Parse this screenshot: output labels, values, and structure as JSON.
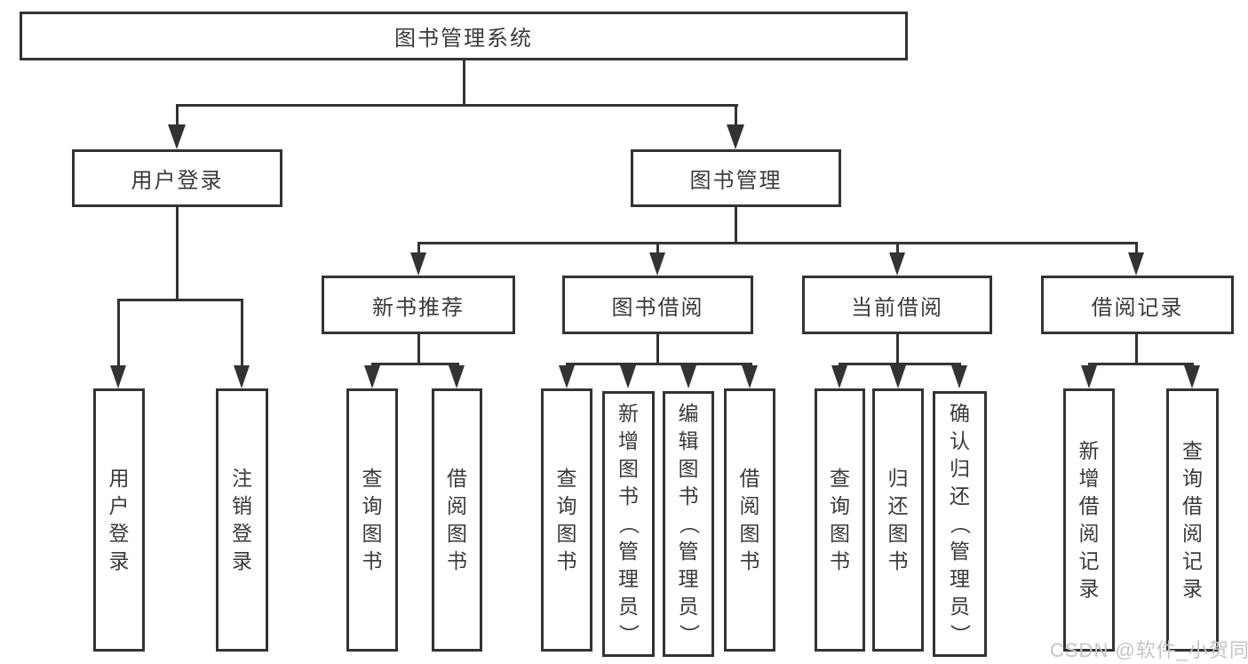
{
  "diagram": {
    "type": "hierarchy-functional-structure",
    "root": {
      "label": "图书管理系统",
      "children": [
        {
          "label": "用户登录",
          "children": [
            {
              "label": "用户登录",
              "text_direction": "vertical"
            },
            {
              "label": "注销登录",
              "text_direction": "vertical"
            }
          ]
        },
        {
          "label": "图书管理",
          "children": [
            {
              "label": "新书推荐",
              "children": [
                {
                  "label": "查询图书",
                  "text_direction": "vertical"
                },
                {
                  "label": "借阅图书",
                  "text_direction": "vertical"
                }
              ]
            },
            {
              "label": "图书借阅",
              "children": [
                {
                  "label": "查询图书",
                  "text_direction": "vertical"
                },
                {
                  "label": "新增图书（管理员）",
                  "text_direction": "vertical"
                },
                {
                  "label": "编辑图书（管理员）",
                  "text_direction": "vertical"
                },
                {
                  "label": "借阅图书",
                  "text_direction": "vertical"
                }
              ]
            },
            {
              "label": "当前借阅",
              "children": [
                {
                  "label": "查询图书",
                  "text_direction": "vertical"
                },
                {
                  "label": "归还图书",
                  "text_direction": "vertical"
                },
                {
                  "label": "确认归还（管理员）",
                  "text_direction": "vertical"
                }
              ]
            },
            {
              "label": "借阅记录",
              "children": [
                {
                  "label": "新增借阅记录",
                  "text_direction": "vertical"
                },
                {
                  "label": "查询借阅记录",
                  "text_direction": "vertical"
                }
              ]
            }
          ]
        }
      ]
    },
    "watermark": "CSDN @软件_小贺同学",
    "colors": {
      "line": "#333333",
      "text": "#3a3a3a",
      "watermark": "#c5c5c5",
      "background": "#ffffff"
    }
  }
}
